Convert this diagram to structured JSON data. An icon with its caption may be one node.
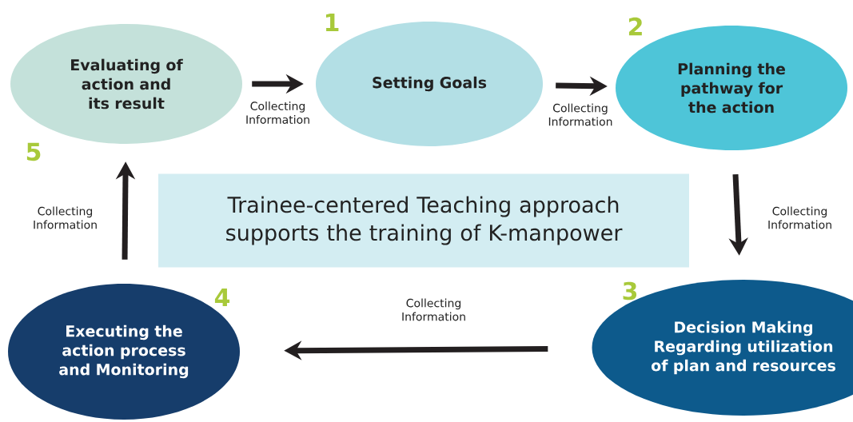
{
  "diagram": {
    "nodes": [
      {
        "text": [
          "Evaluating of action and its result"
        ],
        "beside": [
          "5"
        ]
      },
      {
        "text": [
          "Setting Goals"
        ],
        "beside": [
          "1"
        ]
      },
      {
        "text": [
          "Planning the pathway for the action"
        ],
        "beside": [
          "2"
        ]
      },
      {
        "text": [
          "Decision Making Regarding utilization of plan and resources"
        ],
        "beside": [
          "3"
        ]
      },
      {
        "text": [
          "Executing the action process and Monitoring"
        ],
        "beside": [
          "4"
        ]
      },
      {
        "text": [
          "Trainee-centered Teaching approach supports the training of K-manpower"
        ]
      }
    ],
    "edges": [
      {
        "from": 0,
        "to": 1,
        "arrow": "to",
        "label": "Collecting Information"
      },
      {
        "from": 1,
        "to": 2,
        "arrow": "to",
        "label": "Collecting Information"
      },
      {
        "from": 2,
        "to": 3,
        "arrow": "to",
        "label": "Collecting Information"
      },
      {
        "from": 3,
        "to": 4,
        "arrow": "to",
        "label": "Collecting Information"
      },
      {
        "from": 4,
        "to": 0,
        "arrow": "to",
        "label": "Collecting Information"
      }
    ]
  }
}
